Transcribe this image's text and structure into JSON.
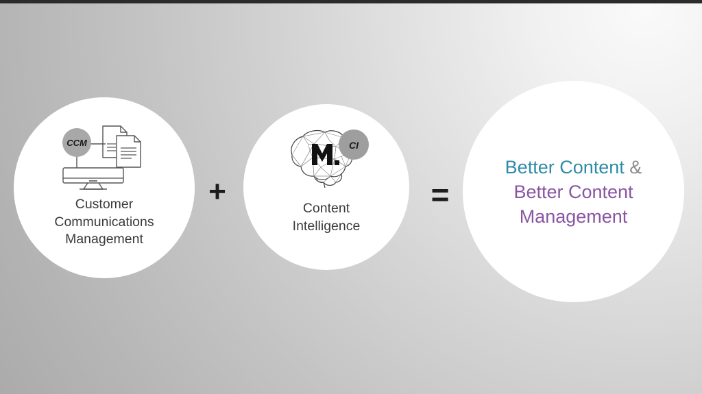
{
  "slide": {
    "background_top_right": "#fafafa",
    "background_bottom_left": "#ababab",
    "top_strip_color": "#2b2b2b"
  },
  "operators": {
    "plus": "+",
    "equals": "="
  },
  "circles": [
    {
      "id": "ccm",
      "badge": "CCM",
      "badge_color": "#a8a8a8",
      "icon_name": "monitor-documents-icon",
      "label_lines": [
        "Customer",
        "Communications",
        "Management"
      ],
      "label_color": "#3a3a3a"
    },
    {
      "id": "ci",
      "badge": "CI",
      "badge_color": "#a0a0a0",
      "icon_name": "brain-mesh-icon",
      "logo_mark": "M.",
      "label_lines": [
        "Content",
        "Intelligence"
      ],
      "label_color": "#3a3a3a"
    },
    {
      "id": "result",
      "line1_primary": "Better Content",
      "line1_amp": "&",
      "line2": "Better Content",
      "line3": "Management",
      "primary_color": "#2e8ba8",
      "secondary_color": "#8a55a2",
      "amp_color": "#8a8a8a"
    }
  ]
}
